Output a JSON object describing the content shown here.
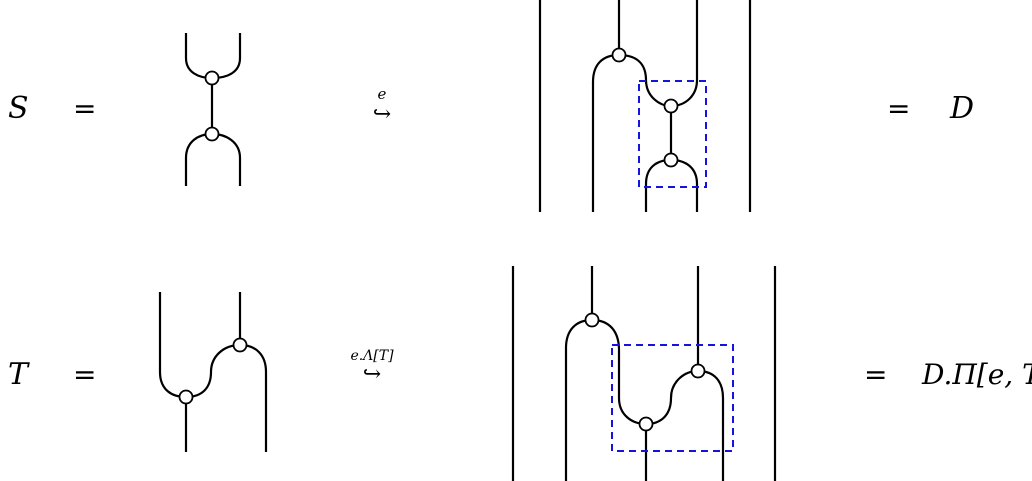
{
  "row1": {
    "lhs": "S",
    "eq_left": "=",
    "arrow_label": "e",
    "arrow": "↪",
    "eq_right": "=",
    "rhs": "D"
  },
  "row2": {
    "lhs": "T",
    "eq_left": "=",
    "arrow_label": "e.Λ[T]",
    "arrow": "↪",
    "eq_right": "=",
    "rhs": "D.Π[e, T]"
  },
  "colors": {
    "ink": "#000000",
    "highlight_box": "#1414dc"
  }
}
